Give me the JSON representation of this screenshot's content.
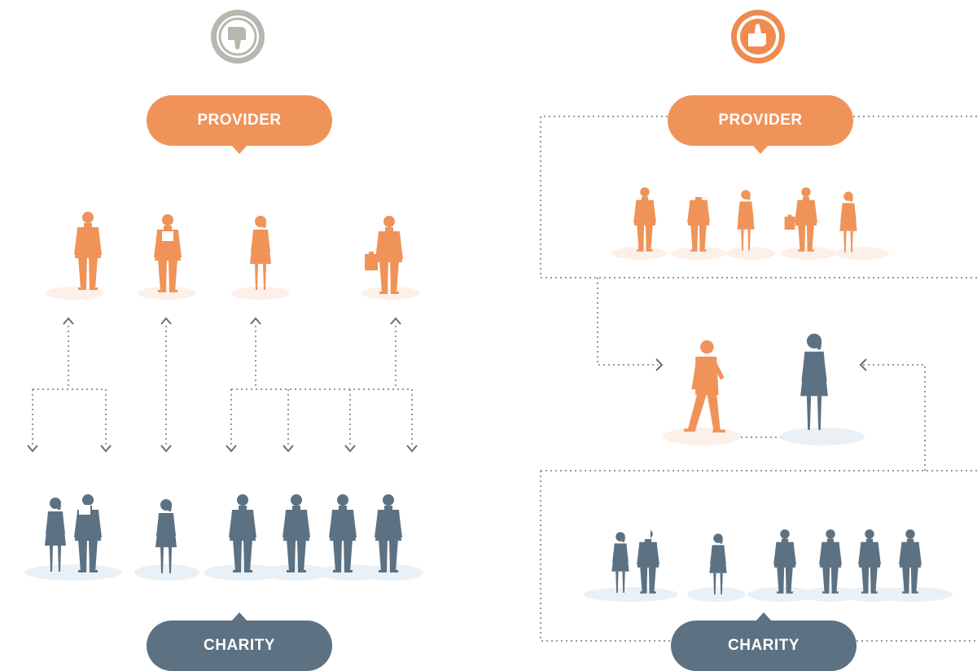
{
  "left_panel": {
    "badge_icon": "thumbs-down-icon",
    "badge_color": "#b8b6ae",
    "provider_label": "PROVIDER",
    "charity_label": "CHARITY"
  },
  "right_panel": {
    "badge_icon": "thumbs-up-icon",
    "badge_color": "#ee8b4f",
    "provider_label": "PROVIDER",
    "charity_label": "CHARITY"
  },
  "colors": {
    "provider": "#f09358",
    "charity": "#5c7182",
    "connector": "#8c9aa6"
  }
}
